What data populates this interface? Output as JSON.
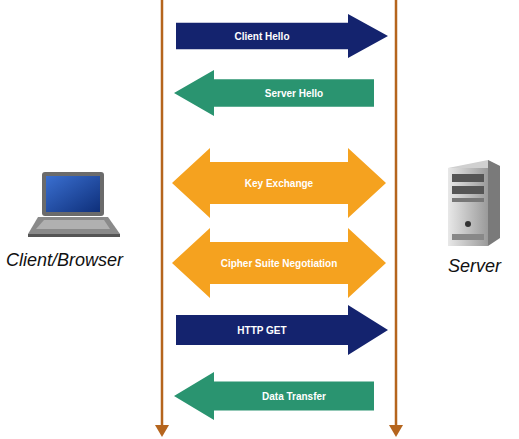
{
  "diagram": {
    "nodes": [
      {
        "text": [
          "Client Hello"
        ]
      },
      {
        "text": [
          "Server Hello"
        ]
      },
      {
        "text": [
          "Key Exchange"
        ]
      },
      {
        "text": [
          "Cipher Suite Negotiation"
        ]
      },
      {
        "text": [
          "HTTP GET"
        ]
      },
      {
        "text": [
          "Data Transfer"
        ]
      }
    ],
    "labels": [
      "Client/Browser",
      "Server"
    ]
  }
}
